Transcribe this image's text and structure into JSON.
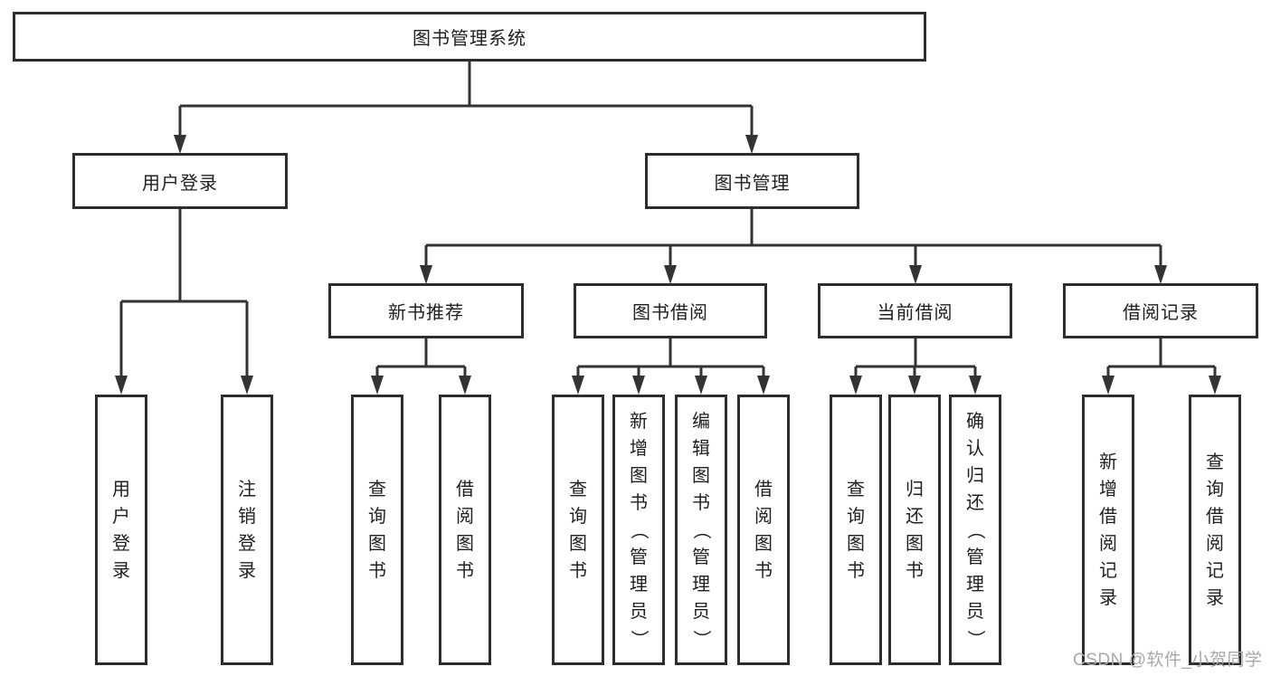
{
  "diagram": {
    "root": "图书管理系统",
    "level2": [
      "用户登录",
      "图书管理"
    ],
    "level3": [
      "新书推荐",
      "图书借阅",
      "当前借阅",
      "借阅记录"
    ],
    "leaves": [
      "用户登录",
      "注销登录",
      "查询图书",
      "借阅图书",
      "查询图书",
      "新增图书（管理员）",
      "编辑图书（管理员）",
      "借阅图书",
      "查询图书",
      "归还图书",
      "确认归还（管理员）",
      "新增借阅记录",
      "查询借阅记录"
    ],
    "watermark": "CSDN @软件_小贺同学",
    "colors": {
      "line": "#333333",
      "border": "#2e2e2e",
      "text": "#1f1f1f",
      "watermark": "#a8a8a8",
      "background": "#ffffff"
    }
  }
}
